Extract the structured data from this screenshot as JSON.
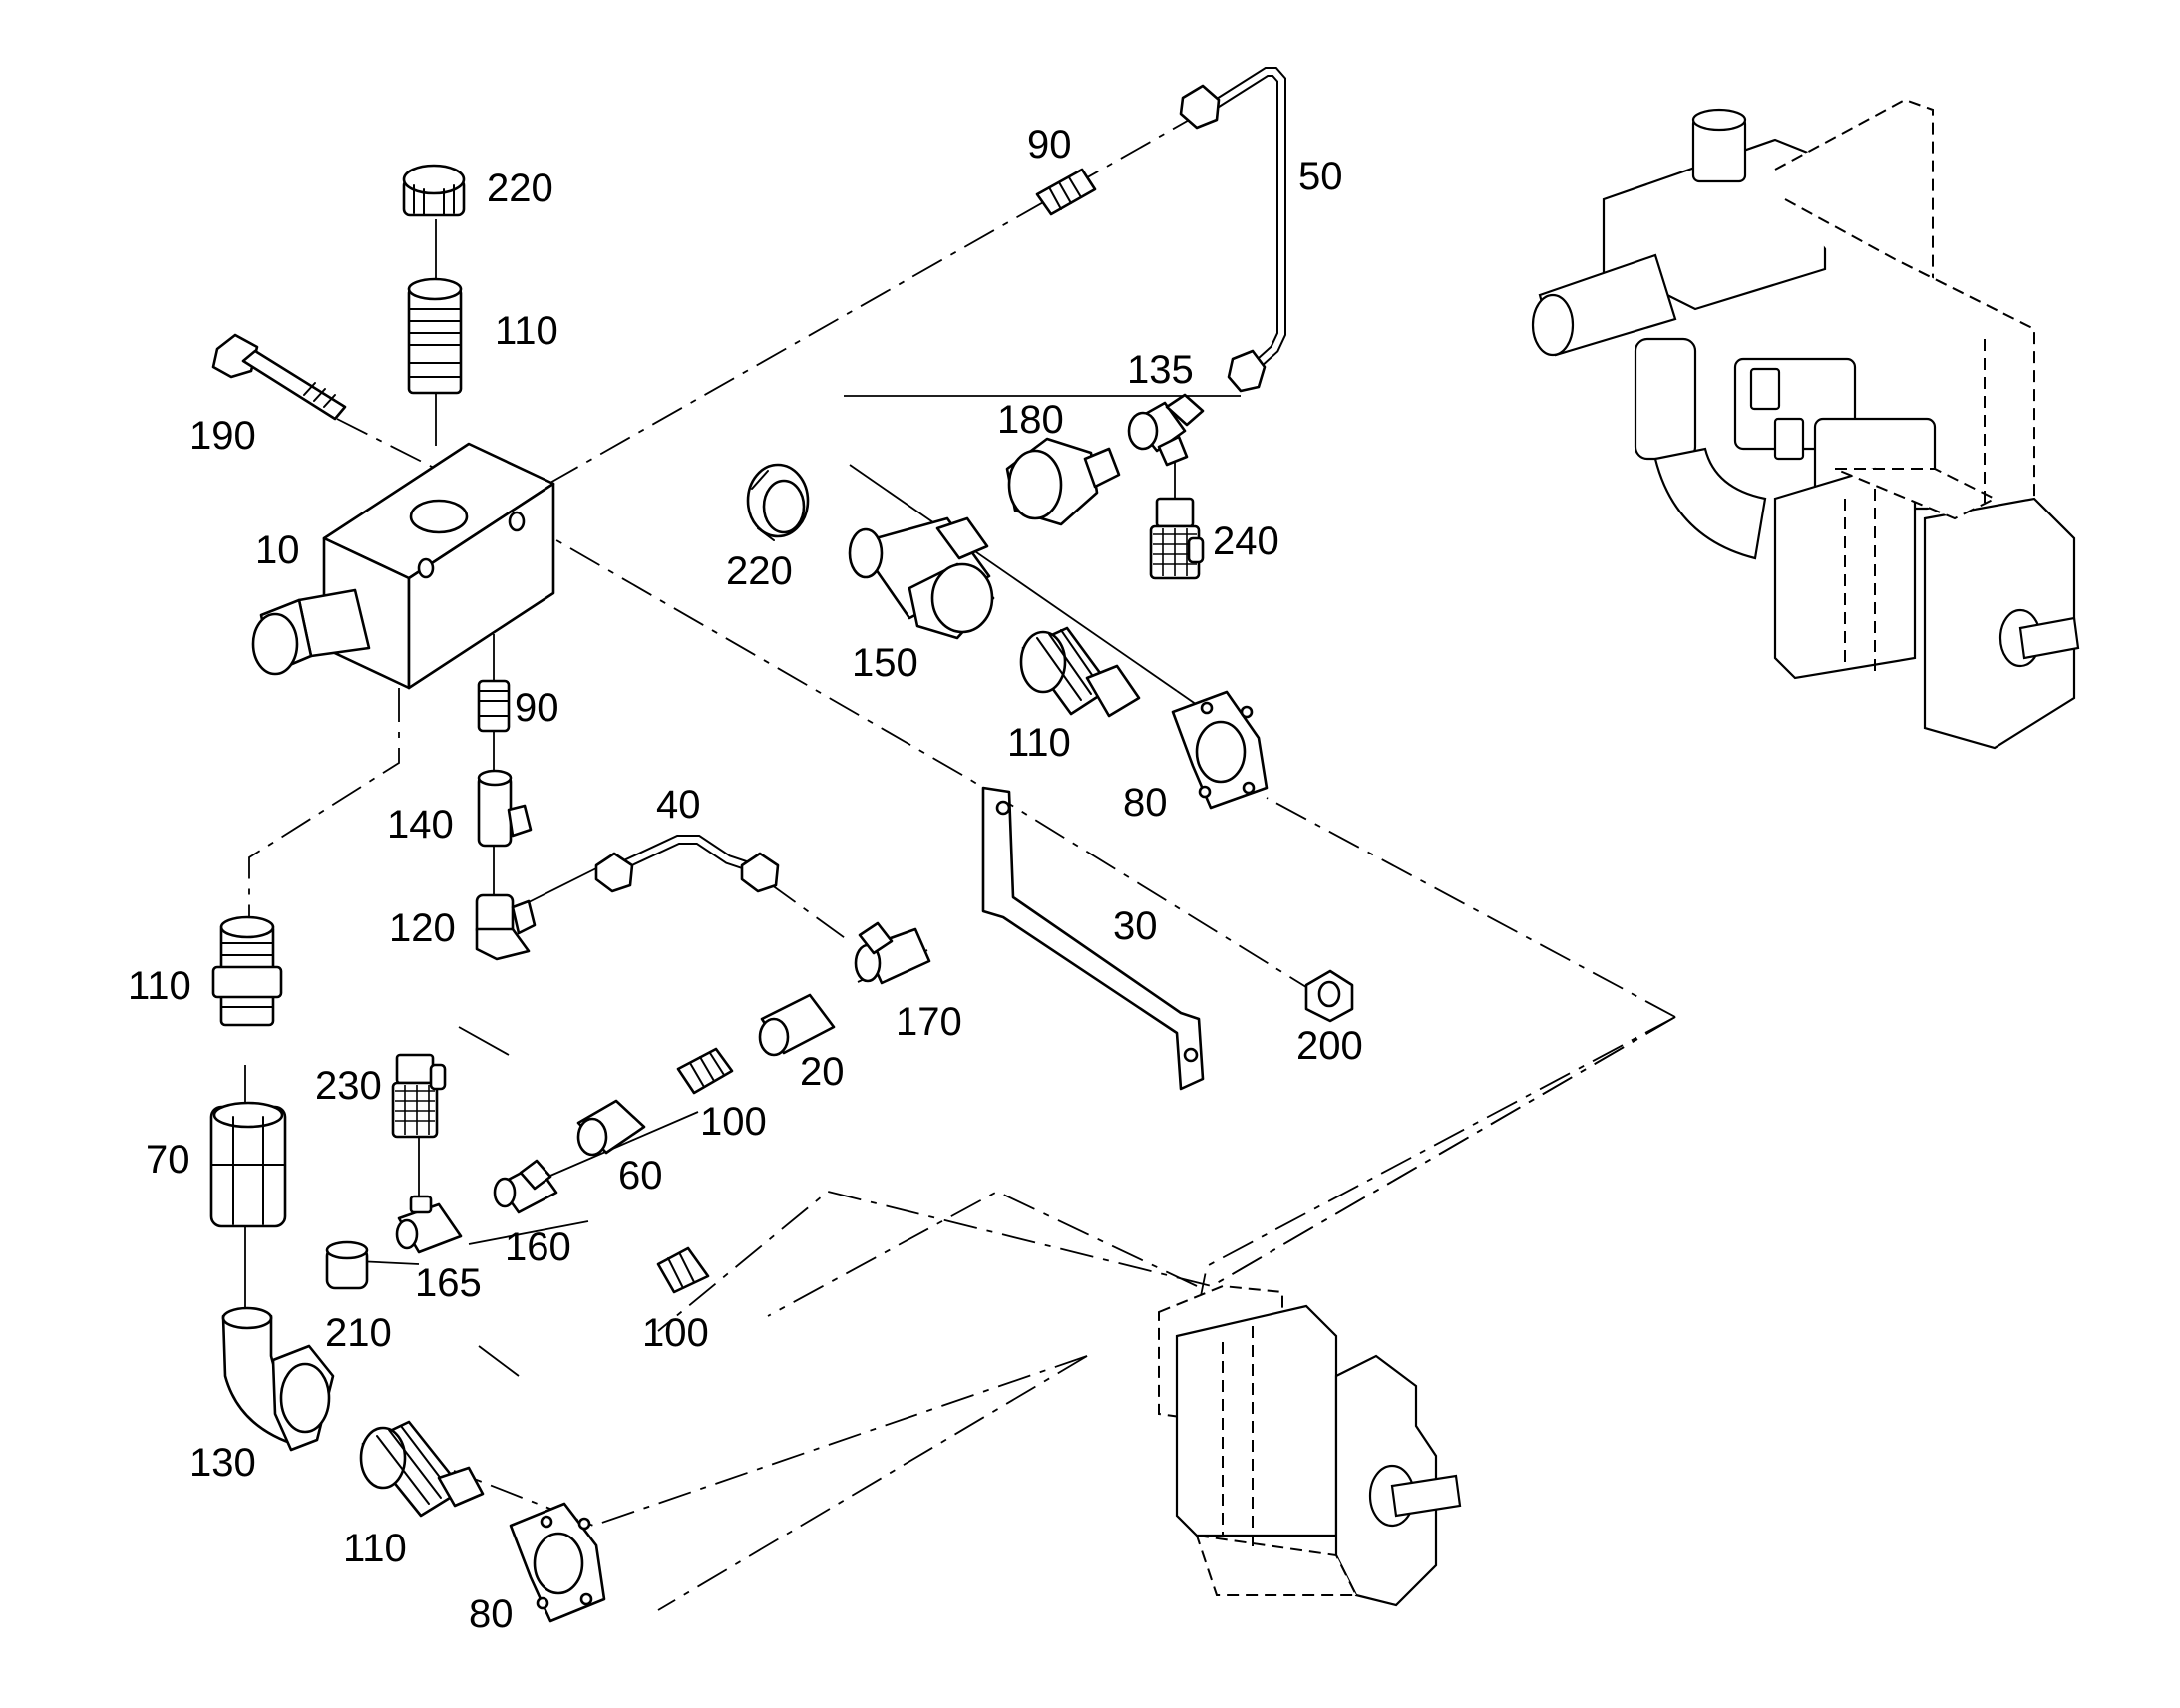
{
  "callouts": [
    {
      "id": "c220a",
      "text": "220"
    },
    {
      "id": "c110a",
      "text": "110"
    },
    {
      "id": "c190",
      "text": "190"
    },
    {
      "id": "c10",
      "text": "10"
    },
    {
      "id": "c90a",
      "text": "90"
    },
    {
      "id": "c50",
      "text": "50"
    },
    {
      "id": "c135",
      "text": "135"
    },
    {
      "id": "c180",
      "text": "180"
    },
    {
      "id": "c220b",
      "text": "220"
    },
    {
      "id": "c240",
      "text": "240"
    },
    {
      "id": "c150",
      "text": "150"
    },
    {
      "id": "c110b",
      "text": "110"
    },
    {
      "id": "c80a",
      "text": "80"
    },
    {
      "id": "c90b",
      "text": "90"
    },
    {
      "id": "c140",
      "text": "140"
    },
    {
      "id": "c40",
      "text": "40"
    },
    {
      "id": "c120",
      "text": "120"
    },
    {
      "id": "c30",
      "text": "30"
    },
    {
      "id": "c110c",
      "text": "110"
    },
    {
      "id": "c170",
      "text": "170"
    },
    {
      "id": "c200",
      "text": "200"
    },
    {
      "id": "c20",
      "text": "20"
    },
    {
      "id": "c230",
      "text": "230"
    },
    {
      "id": "c100a",
      "text": "100"
    },
    {
      "id": "c70",
      "text": "70"
    },
    {
      "id": "c60",
      "text": "60"
    },
    {
      "id": "c160",
      "text": "160"
    },
    {
      "id": "c165",
      "text": "165"
    },
    {
      "id": "c210",
      "text": "210"
    },
    {
      "id": "c100b",
      "text": "100"
    },
    {
      "id": "c130",
      "text": "130"
    },
    {
      "id": "c110d",
      "text": "110"
    },
    {
      "id": "c80b",
      "text": "80"
    }
  ]
}
